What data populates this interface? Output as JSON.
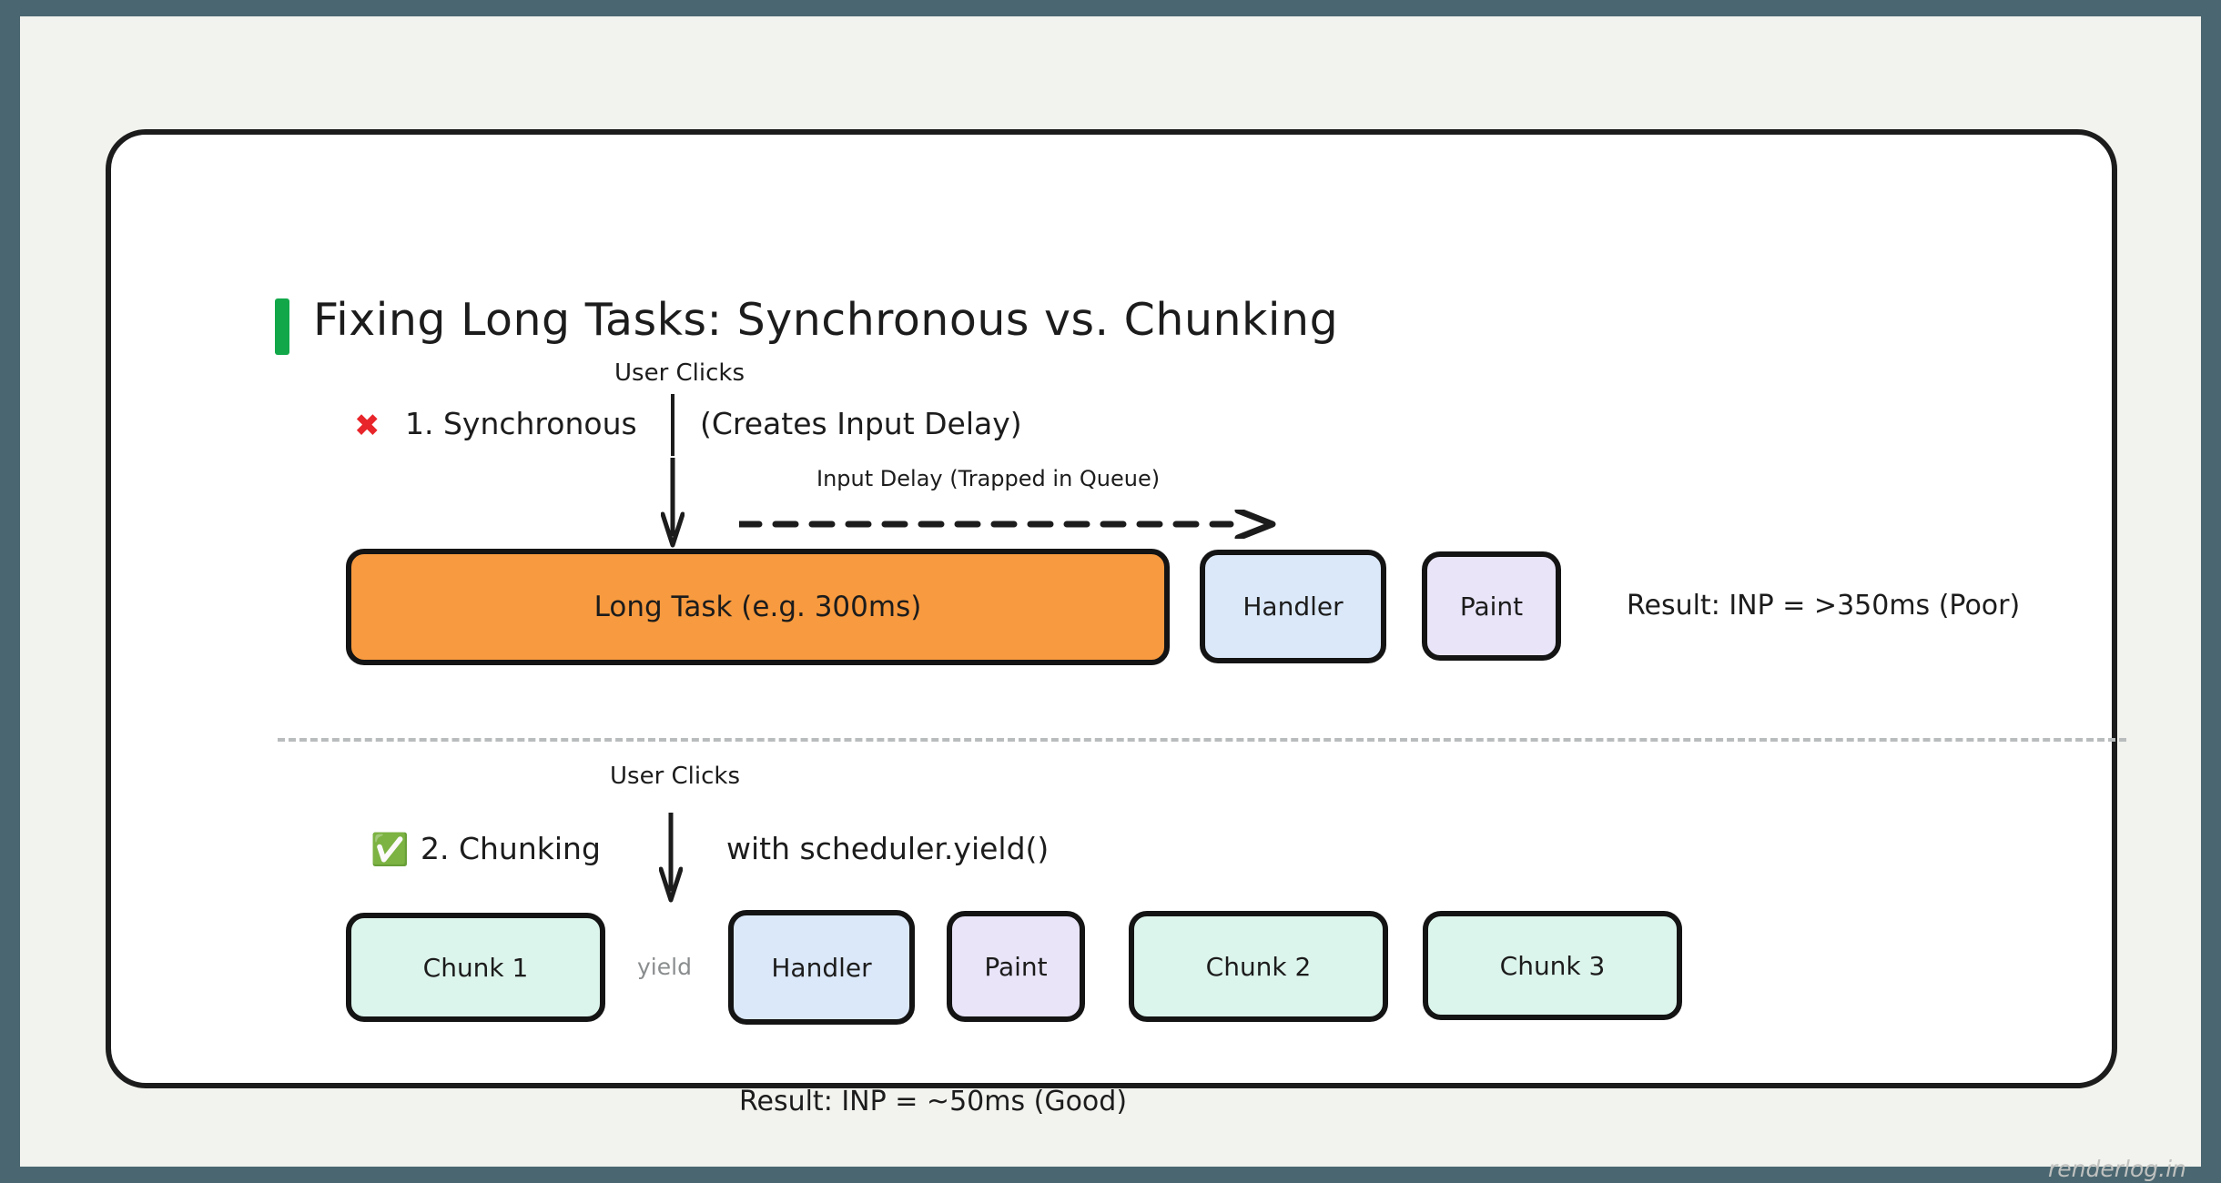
{
  "colors": {
    "outer_frame": "#4a6670",
    "canvas_bg": "#f2f2ee",
    "card_bg": "#ffffff",
    "card_border": "#1c1c1c",
    "accent_green": "#12a84a",
    "long_task_orange": "#f89a3f",
    "handler_blue": "#dbe8f9",
    "paint_lavender": "#e9e4f8",
    "chunk_mint": "#dcf5ec",
    "divider_grey": "#b9bcbd",
    "x_red": "#e8252a",
    "muted_grey": "#8a8d8e",
    "watermark_grey": "#bfc1bf"
  },
  "card": {
    "title": "Fixing Long Tasks: Synchronous vs. Chunking",
    "watermark": "renderlog.in"
  },
  "section_one": {
    "user_clicks_label": "User Clicks",
    "x_icon": "✖",
    "heading": "1. Synchronous",
    "heading_note": "(Creates Input Delay)",
    "delay_label": "Input Delay (Trapped in Queue)",
    "boxes": [
      {
        "label": "Long Task (e.g. 300ms)",
        "color": "#f89a3f"
      },
      {
        "label": "Handler",
        "color": "#dbe8f9"
      },
      {
        "label": "Paint",
        "color": "#e9e4f8"
      }
    ],
    "result": "Result: INP = >350ms (Poor)"
  },
  "section_two": {
    "user_clicks_label": "User Clicks",
    "check_icon": "✅",
    "heading": "2. Chunking",
    "heading_note": "with scheduler.yield()",
    "yield_label": "yield",
    "boxes": [
      {
        "label": "Chunk 1",
        "color": "#dcf5ec"
      },
      {
        "label": "Handler",
        "color": "#dbe8f9"
      },
      {
        "label": "Paint",
        "color": "#e9e4f8"
      },
      {
        "label": "Chunk 2",
        "color": "#dcf5ec"
      },
      {
        "label": "Chunk 3",
        "color": "#dcf5ec"
      }
    ],
    "result": "Result: INP = ~50ms (Good)"
  }
}
